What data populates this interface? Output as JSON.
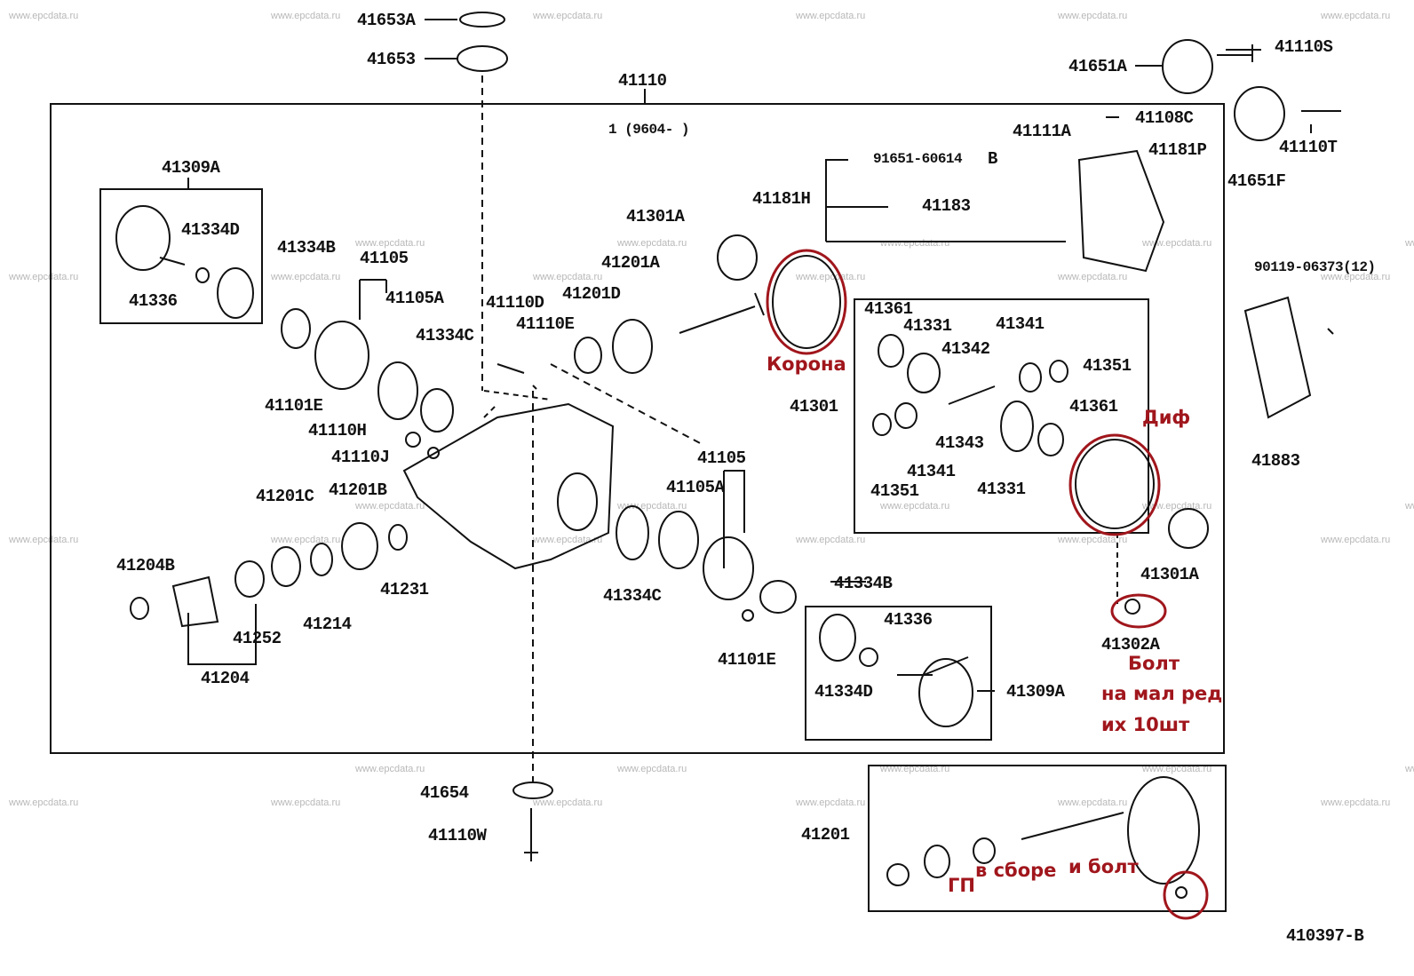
{
  "watermark": "www.epcdata.ru",
  "colors": {
    "annotation": "#a0161c",
    "line": "#111111"
  },
  "labels": [
    "41653A",
    "41653",
    "41110",
    "41651A",
    "41110S",
    "41108C",
    "41111A",
    "41181P",
    "41110T",
    "41651F",
    "91651-60614",
    "B",
    "41181H",
    "41183",
    "41309A",
    "41334D",
    "41336",
    "41334B",
    "41105",
    "41105A",
    "41334C",
    "41101E",
    "41110H",
    "41110J",
    "41110D",
    "41110E",
    "41201D",
    "41201A",
    "41301A",
    "41361",
    "41331",
    "41341",
    "41342",
    "41351",
    "41301",
    "41361",
    "41343",
    "41341",
    "41351",
    "41331",
    "90119-06373(12)",
    "41883",
    "41301A",
    "41302A",
    "41201C",
    "41201B",
    "41105",
    "41105A",
    "41204B",
    "41252",
    "41214",
    "41231",
    "41204",
    "41334C",
    "41334B",
    "41336",
    "41334D",
    "41309A",
    "41101E",
    "41654",
    "41110W",
    "41201",
    "410397-B",
    "1  (9604-      )"
  ],
  "annotations": {
    "crown": "Корона",
    "diff": "Диф",
    "bolt": "Болт",
    "bolt_note1": "на мал ред",
    "bolt_note2": "их 10шт",
    "gp": "ГП",
    "assembly": "в сборе",
    "and_bolt": "и болт"
  }
}
